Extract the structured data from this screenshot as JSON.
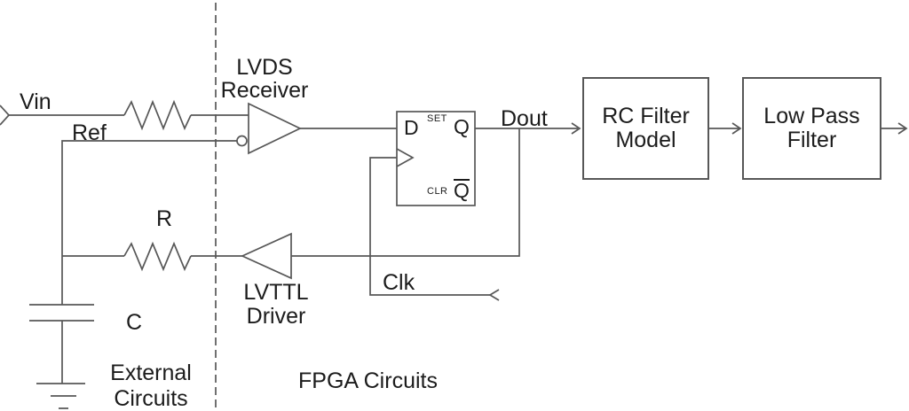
{
  "colors": {
    "line": "#575757",
    "text": "#1c1c1c",
    "background": "#ffffff"
  },
  "labels": {
    "vin": "Vin",
    "ref": "Ref",
    "lvds_line1": "LVDS",
    "lvds_line2": "Receiver",
    "r": "R",
    "c": "C",
    "lvttl_line1": "LVTTL",
    "lvttl_line2": "Driver",
    "external_line1": "External",
    "external_line2": "Circuits",
    "fpga": "FPGA Circuits",
    "clk": "Clk",
    "dout": "Dout"
  },
  "flip_flop": {
    "d_pin": "D",
    "set_pin": "SET",
    "q_pin": "Q",
    "clr_pin": "CLR",
    "qbar_pin": "Q"
  },
  "blocks": {
    "rc_filter_line1": "RC Filter",
    "rc_filter_line2": "Model",
    "low_pass_line1": "Low Pass",
    "low_pass_line2": "Filter"
  }
}
